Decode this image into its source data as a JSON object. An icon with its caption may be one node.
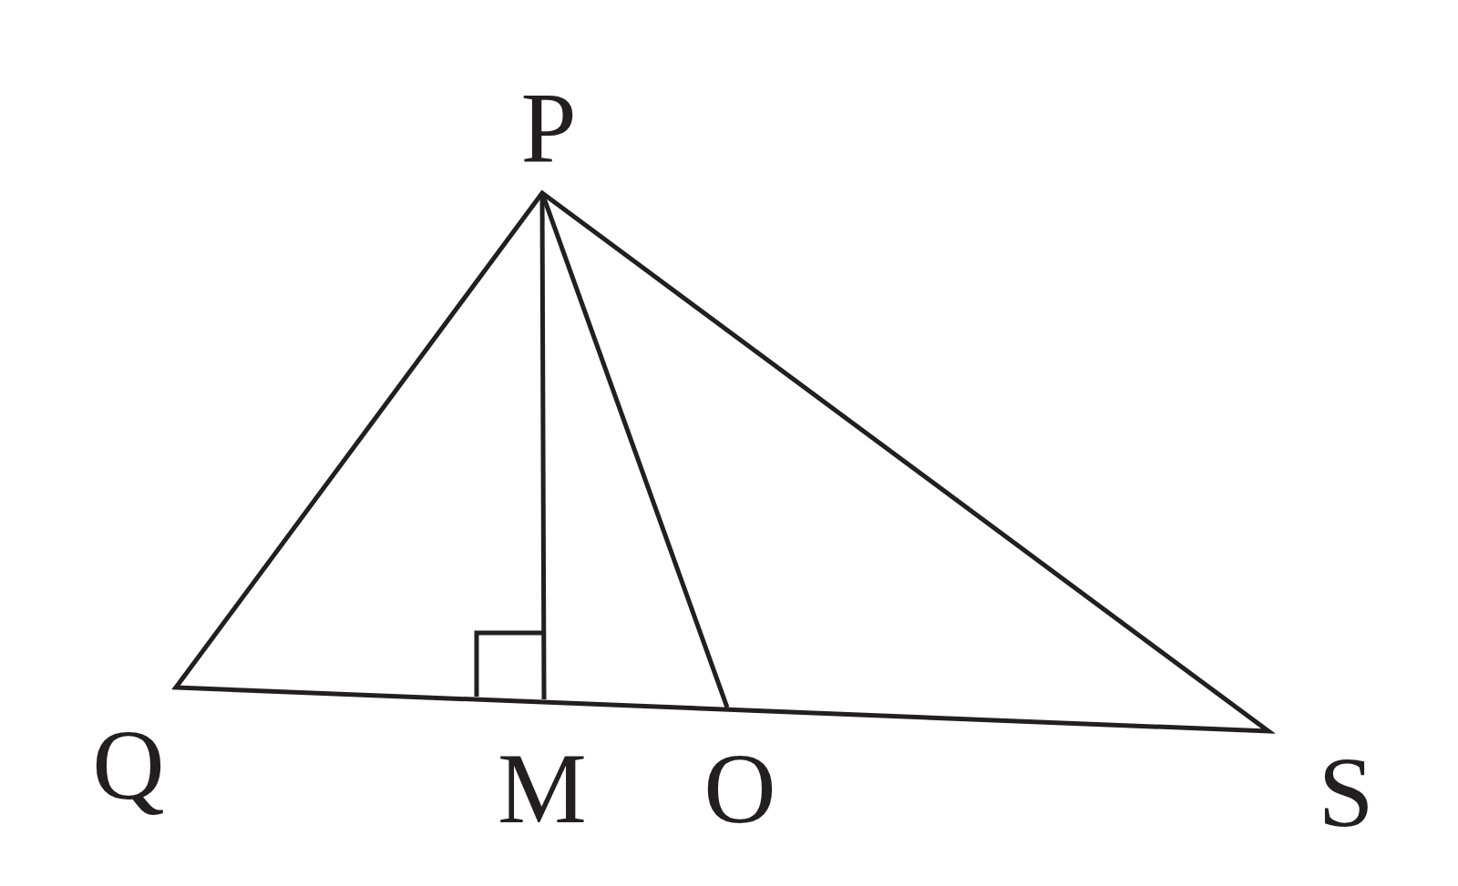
{
  "diagram": {
    "labels": [
      "P",
      "Q",
      "M",
      "O",
      "S"
    ]
  }
}
